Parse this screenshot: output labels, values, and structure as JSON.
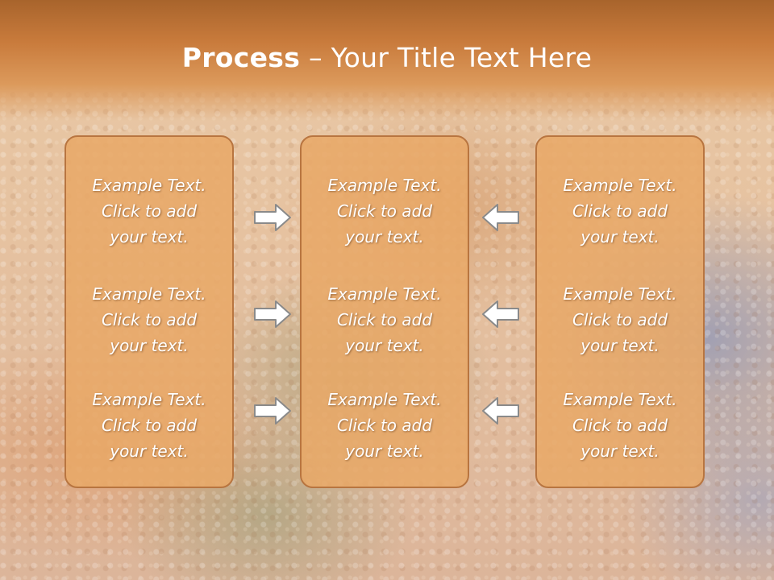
{
  "title": {
    "bold": "Process",
    "dash": " – ",
    "rest": "Your Title Text Here"
  },
  "columns": [
    {
      "blocks": [
        {
          "line1": "Example Text.",
          "line2": "Click  to add",
          "line3": "your text."
        },
        {
          "line1": "Example Text.",
          "line2": "Click  to add",
          "line3": "your text."
        },
        {
          "line1": "Example Text.",
          "line2": "Click  to add",
          "line3": "your text."
        }
      ]
    },
    {
      "blocks": [
        {
          "line1": "Example Text.",
          "line2": "Click  to add",
          "line3": "your text."
        },
        {
          "line1": "Example Text.",
          "line2": "Click  to add",
          "line3": "your text."
        },
        {
          "line1": "Example Text.",
          "line2": "Click  to add",
          "line3": "your text."
        }
      ]
    },
    {
      "blocks": [
        {
          "line1": "Example Text.",
          "line2": "Click  to add",
          "line3": "your text."
        },
        {
          "line1": "Example Text.",
          "line2": "Click  to add",
          "line3": "your text."
        },
        {
          "line1": "Example Text.",
          "line2": "Click  to add",
          "line3": "your text."
        }
      ]
    }
  ],
  "arrows": {
    "left_group": "arrow-right-icon",
    "right_group": "arrow-left-icon"
  },
  "colors": {
    "header": "#c97b3c",
    "box_fill": "#e8a968",
    "box_border": "#b87540",
    "text": "#ffffff"
  }
}
